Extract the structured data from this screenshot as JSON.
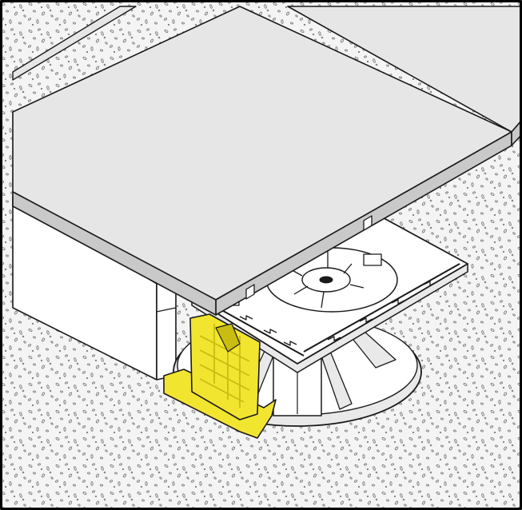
{
  "figure": {
    "view": "isometric",
    "colors": {
      "outline": "#1a1a1a",
      "frame": "#000000",
      "tile_top": "#e6e6e6",
      "tile_side": "#c9c9c9",
      "pedestal": "#ffffff",
      "pedestal_shade": "#e9e9e9",
      "accessory": "#f2e530",
      "accessory_shade": "#c9bd12",
      "ground": "#f4f4f4",
      "ground_speckle": "#7a7a7a"
    },
    "components": [
      {
        "id": "paving-tile",
        "icon": "tile-slab-icon"
      },
      {
        "id": "adjacent-tile",
        "icon": "tile-slab-icon"
      },
      {
        "id": "pedestal-head",
        "icon": "support-head-icon"
      },
      {
        "id": "pedestal-base",
        "icon": "support-base-icon"
      },
      {
        "id": "edge-clip",
        "icon": "side-clip-icon"
      },
      {
        "id": "substrate",
        "icon": "gravel-texture-icon"
      }
    ]
  }
}
